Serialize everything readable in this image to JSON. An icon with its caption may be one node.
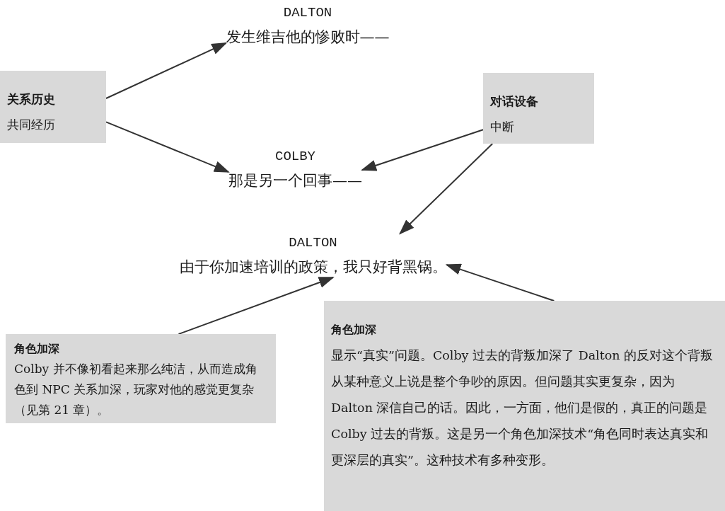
{
  "diagram": {
    "nodes": [
      {
        "text": [
          "关系历史",
          "共同经历"
        ]
      },
      {
        "text": [
          "DALTON",
          "发生维吉他的惨败时——"
        ]
      },
      {
        "text": [
          "对话设备",
          "中断"
        ]
      },
      {
        "text": [
          "COLBY",
          "那是另一个回事——"
        ]
      },
      {
        "text": [
          "DALTON",
          "由于你加速培训的政策，我只好背黑锅。"
        ]
      },
      {
        "text": [
          "角色加深",
          "Colby 并不像初看起来那么纯洁，从而造成角色到 NPC 关系加深，玩家对他的感觉更复杂（见第 21 章）。"
        ]
      },
      {
        "text": [
          "角色加深",
          "显示“真实”问题。Colby 过去的背叛加深了 Dalton 的反对这个背叛从某种意义上说是整个争吵的原因。但问题其实更复杂，因为 Dalton 深信自己的话。因此，一方面，他们是假的，真正的问题是 Colby 过去的背叛。这是另一个角色加深技术“角色同时表达真实和更深层的真实”。这种技术有多种变形。"
        ]
      }
    ],
    "edges": [
      {
        "from": 0,
        "to": 1,
        "arrow": "to"
      },
      {
        "from": 0,
        "to": 3,
        "arrow": "to"
      },
      {
        "from": 2,
        "to": 3,
        "arrow": "to"
      },
      {
        "from": 2,
        "to": 4,
        "arrow": "to"
      },
      {
        "from": 5,
        "to": 4,
        "arrow": "to"
      },
      {
        "from": 6,
        "to": 4,
        "arrow": "to"
      }
    ]
  }
}
